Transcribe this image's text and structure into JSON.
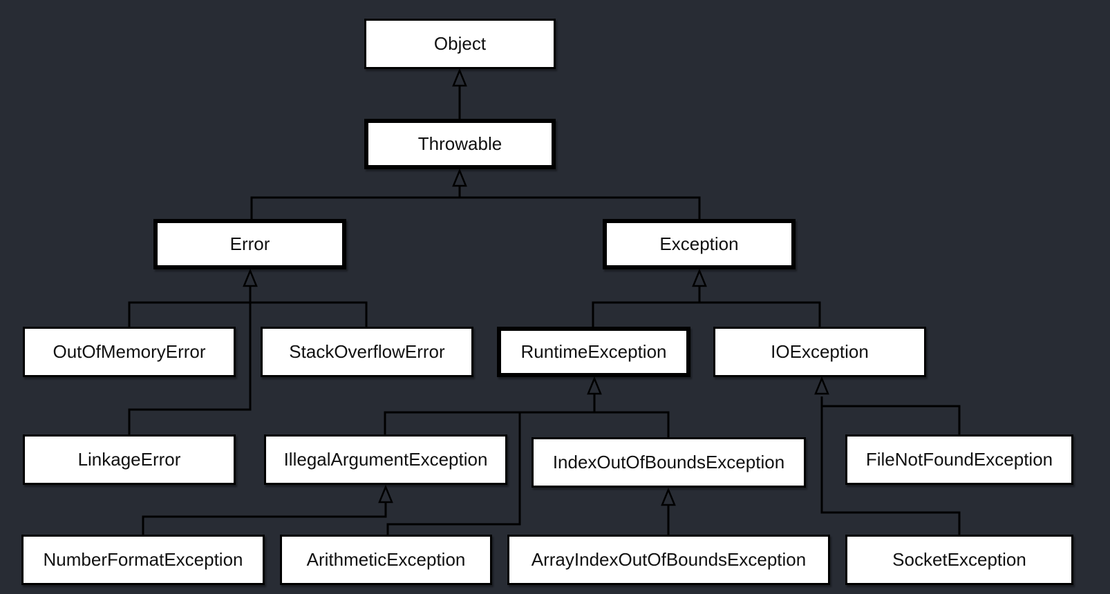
{
  "diagram": {
    "nodes": [
      {
        "id": "object",
        "label": "Object"
      },
      {
        "id": "throwable",
        "label": "Throwable"
      },
      {
        "id": "error",
        "label": "Error"
      },
      {
        "id": "exception",
        "label": "Exception"
      },
      {
        "id": "oome",
        "label": "OutOfMemoryError"
      },
      {
        "id": "soe",
        "label": "StackOverflowError"
      },
      {
        "id": "runtime",
        "label": "RuntimeException"
      },
      {
        "id": "ioexception",
        "label": "IOException"
      },
      {
        "id": "linkage",
        "label": "LinkageError"
      },
      {
        "id": "iae",
        "label": "IllegalArgumentException"
      },
      {
        "id": "ioobe",
        "label": "IndexOutOfBoundsException"
      },
      {
        "id": "fnfe",
        "label": "FileNotFoundException"
      },
      {
        "id": "nfe",
        "label": "NumberFormatException"
      },
      {
        "id": "arith",
        "label": "ArithmeticException"
      },
      {
        "id": "aioobe",
        "label": "ArrayIndexOutOfBoundsException"
      },
      {
        "id": "socket",
        "label": "SocketException"
      }
    ],
    "edges": [
      {
        "child": "throwable",
        "parent": "object"
      },
      {
        "child": "error",
        "parent": "throwable"
      },
      {
        "child": "exception",
        "parent": "throwable"
      },
      {
        "child": "oome",
        "parent": "error"
      },
      {
        "child": "soe",
        "parent": "error"
      },
      {
        "child": "linkage",
        "parent": "error"
      },
      {
        "child": "runtime",
        "parent": "exception"
      },
      {
        "child": "ioexception",
        "parent": "exception"
      },
      {
        "child": "iae",
        "parent": "runtime"
      },
      {
        "child": "ioobe",
        "parent": "runtime"
      },
      {
        "child": "arith",
        "parent": "runtime"
      },
      {
        "child": "nfe",
        "parent": "iae"
      },
      {
        "child": "aioobe",
        "parent": "ioobe"
      },
      {
        "child": "fnfe",
        "parent": "ioexception"
      },
      {
        "child": "socket",
        "parent": "ioexception"
      }
    ],
    "colors": {
      "background": "#282c34",
      "box_fill": "#ffffff",
      "line": "#000000"
    }
  }
}
